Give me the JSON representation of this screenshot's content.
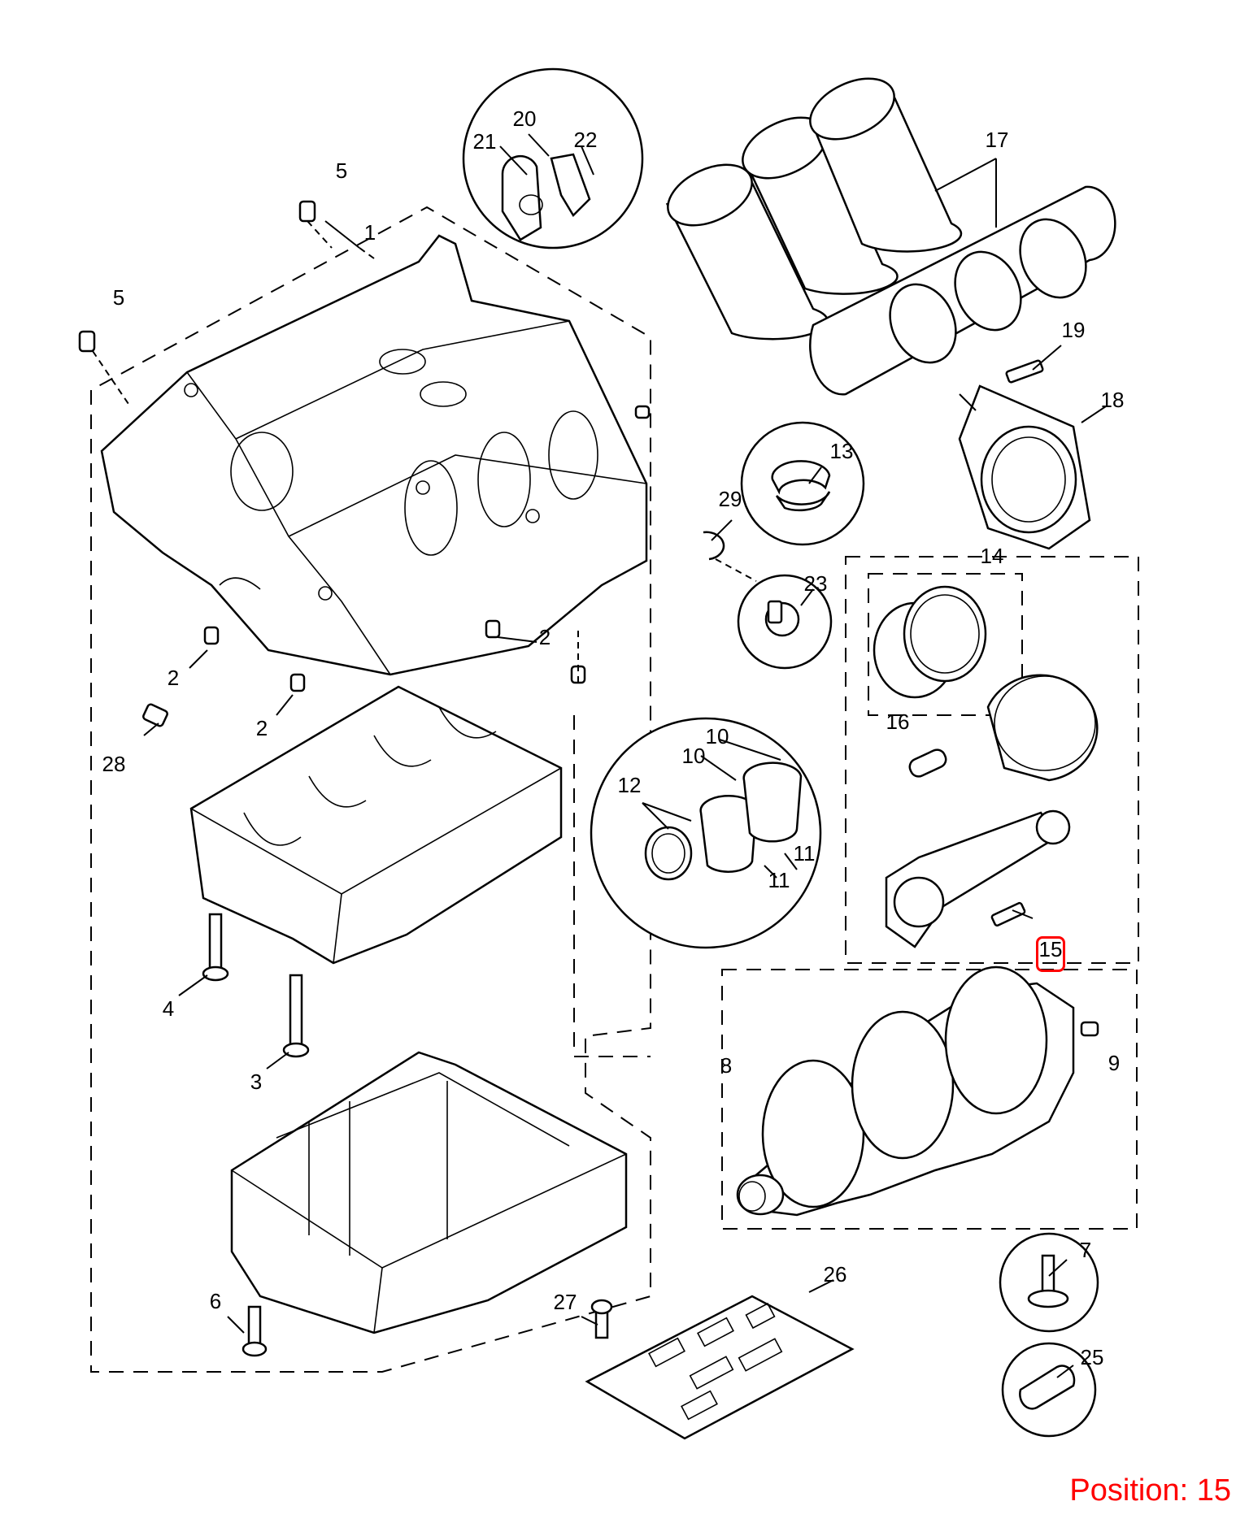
{
  "diagram": {
    "callouts": {
      "p1": "1",
      "p2a": "2",
      "p2b": "2",
      "p2c": "2",
      "p3": "3",
      "p4": "4",
      "p5a": "5",
      "p5b": "5",
      "p6": "6",
      "p7": "7",
      "p8": "8",
      "p9": "9",
      "p10a": "10",
      "p10b": "10",
      "p11a": "11",
      "p11b": "11",
      "p12": "12",
      "p13": "13",
      "p14": "14",
      "p15": "15",
      "p16": "16",
      "p17": "17",
      "p18": "18",
      "p19": "19",
      "p20": "20",
      "p21": "21",
      "p22": "22",
      "p23": "23",
      "p25": "25",
      "p26": "26",
      "p27": "27",
      "p28": "28",
      "p29": "29"
    },
    "highlighted_callout": "15",
    "highlight_color": "#ff0000"
  },
  "status": {
    "position_label": "Position: 15"
  }
}
